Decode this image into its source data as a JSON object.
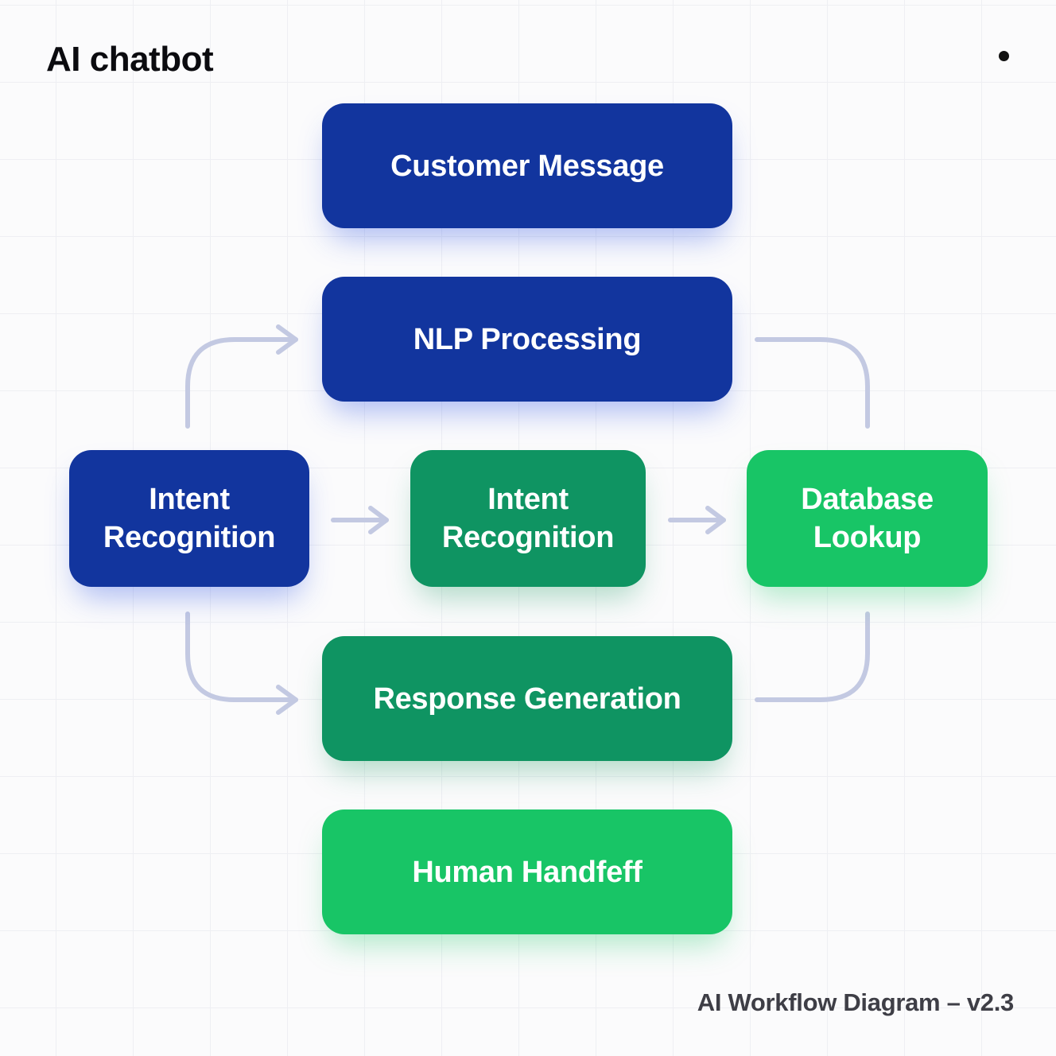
{
  "header": {
    "title": "AI chatbot"
  },
  "diagram": {
    "nodes": {
      "customer_message": "Customer Message",
      "nlp_processing": "NLP Processing",
      "intent_recognition_left": "Intent Recognition",
      "intent_recognition_center": "Intent Recognition",
      "database_lookup": "Database Lookup",
      "response_generation": "Response Generation",
      "human_handoff": "Human Handfeff"
    },
    "edges": [
      {
        "from": "intent_recognition_left",
        "to": "nlp_processing",
        "arrow": true
      },
      {
        "from": "intent_recognition_left",
        "to": "intent_recognition_center",
        "arrow": true
      },
      {
        "from": "intent_recognition_center",
        "to": "database_lookup",
        "arrow": true
      },
      {
        "from": "intent_recognition_left",
        "to": "response_generation",
        "arrow": true
      },
      {
        "from": "nlp_processing",
        "to": "database_lookup",
        "arrow": false
      },
      {
        "from": "database_lookup",
        "to": "response_generation",
        "arrow": false
      }
    ],
    "colors": {
      "blue": "#12359e",
      "teal": "#0f9462",
      "green": "#18c566",
      "connector": "#c3c9e2"
    }
  },
  "footer": {
    "caption": "AI Workflow Diagram – v2.3"
  }
}
